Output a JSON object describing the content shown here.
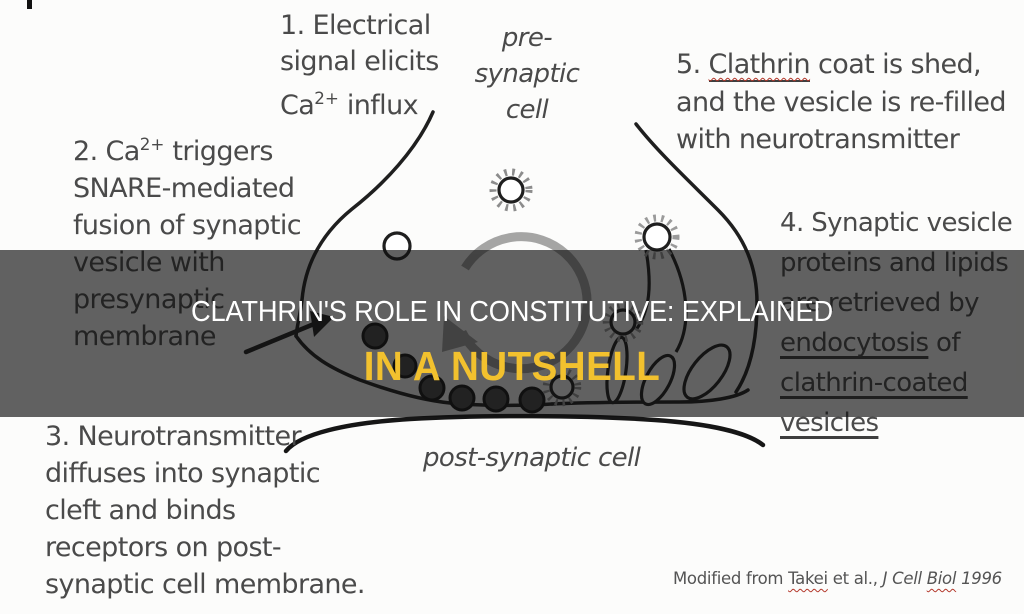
{
  "overlay": {
    "line1": "CLATHRIN'S ROLE IN CONSTITUTIVE: EXPLAINED",
    "line2": "IN A NUTSHELL",
    "band_color": "rgba(15,15,15,0.655)",
    "title_color": "#ffffff",
    "accent_color": "#f2c12e"
  },
  "labels": {
    "presynaptic_l1": "pre-",
    "presynaptic_l2": "synaptic",
    "presynaptic_l3": "cell",
    "postsynaptic": "post-synaptic cell"
  },
  "steps": {
    "step1": {
      "l1": "1. Electrical",
      "l2": "signal elicits",
      "l3a": "Ca",
      "l3sup": "2+",
      "l3b": " influx"
    },
    "step2": {
      "l1a": "2. Ca",
      "l1sup": "2+",
      "l1b": " triggers",
      "l2": "SNARE-mediated",
      "l3": "fusion of synaptic",
      "l4": "vesicle with",
      "l5": "presynaptic",
      "l6": "membrane"
    },
    "step3": {
      "l1": "3. Neurotransmitter",
      "l2": "diffuses into synaptic",
      "l3": "cleft and binds",
      "l4": "receptors on post-",
      "l5": "synaptic cell membrane."
    },
    "step4": {
      "l1": "4. Synaptic vesicle",
      "l2": "proteins and lipids",
      "l3": "are retrieved by",
      "l4a": "endocytosis",
      "l4b": " of",
      "l5": "clathrin-coated",
      "l6": "vesicles"
    },
    "step5": {
      "l1a": "5. ",
      "l1word": "Clathrin",
      "l1b": " coat is shed,",
      "l2": "and the vesicle is re-filled",
      "l3": "with neurotransmitter"
    }
  },
  "attribution": {
    "a": "Modified from ",
    "b": "Takei",
    "c": " et al., ",
    "d": "J Cell ",
    "e": "Biol",
    "f": " 1996"
  },
  "diagram_colors": {
    "ink": "#1f1f1f",
    "text_gray": "#4a4a4a",
    "recycle_arrow_gray": "#8e8e8e",
    "vesicle_fill_dark": "#474747",
    "spellcheck_red": "#b3372a"
  }
}
